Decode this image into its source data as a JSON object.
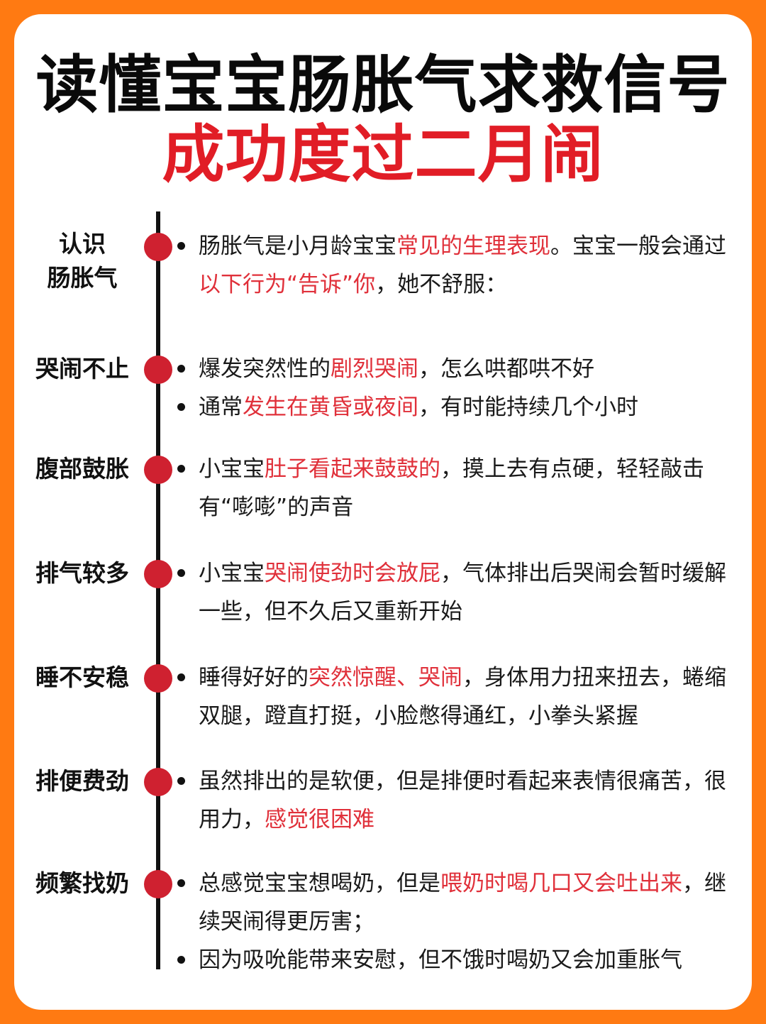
{
  "title": {
    "line1": "读懂宝宝肠胀气求救信号",
    "line2": "成功度过二月闹"
  },
  "accent_color": "#E11D26",
  "background_color": "#FF7A12",
  "sections": [
    {
      "label": "认识\n肠胀气",
      "bullets": [
        [
          {
            "text": "肠胀气是小月龄宝宝",
            "hl": false
          },
          {
            "text": "常见的生理表现",
            "hl": true
          },
          {
            "text": "。宝宝一般会通过",
            "hl": false
          },
          {
            "text": "以下行为“告诉”你",
            "hl": true
          },
          {
            "text": "，她不舒服：",
            "hl": false
          }
        ]
      ]
    },
    {
      "label": "哭闹不止",
      "bullets": [
        [
          {
            "text": "爆发突然性的",
            "hl": false
          },
          {
            "text": "剧烈哭闹",
            "hl": true
          },
          {
            "text": "，怎么哄都哄不好",
            "hl": false
          }
        ],
        [
          {
            "text": "通常",
            "hl": false
          },
          {
            "text": "发生在黄昏或夜间",
            "hl": true
          },
          {
            "text": "，有时能持续几个小时",
            "hl": false
          }
        ]
      ]
    },
    {
      "label": "腹部鼓胀",
      "bullets": [
        [
          {
            "text": "小宝宝",
            "hl": false
          },
          {
            "text": "肚子看起来鼓鼓的",
            "hl": true
          },
          {
            "text": "，摸上去有点硬，轻轻敲击有“嘭嘭”的声音",
            "hl": false
          }
        ]
      ]
    },
    {
      "label": "排气较多",
      "bullets": [
        [
          {
            "text": "小宝宝",
            "hl": false
          },
          {
            "text": "哭闹使劲时会放屁",
            "hl": true
          },
          {
            "text": "，气体排出后哭闹会暂时缓解一些，但不久后又重新开始",
            "hl": false
          }
        ]
      ]
    },
    {
      "label": "睡不安稳",
      "bullets": [
        [
          {
            "text": "睡得好好的",
            "hl": false
          },
          {
            "text": "突然惊醒、哭闹",
            "hl": true
          },
          {
            "text": "，身体用力扭来扭去，蜷缩双腿，蹬直打挺，小脸憋得通红，小拳头紧握",
            "hl": false
          }
        ]
      ]
    },
    {
      "label": "排便费劲",
      "bullets": [
        [
          {
            "text": "虽然排出的是软便，但是排便时看起来表情很痛苦，很用力，",
            "hl": false
          },
          {
            "text": "感觉很困难",
            "hl": true
          }
        ]
      ]
    },
    {
      "label": "频繁找奶",
      "bullets": [
        [
          {
            "text": "总感觉宝宝想喝奶，但是",
            "hl": false
          },
          {
            "text": "喂奶时喝几口又会吐出来",
            "hl": true
          },
          {
            "text": "，继续哭闹得更厉害；",
            "hl": false
          }
        ],
        [
          {
            "text": "因为吸吮能带来安慰，但不饿时喝奶又会加重胀气",
            "hl": false
          }
        ]
      ]
    }
  ]
}
